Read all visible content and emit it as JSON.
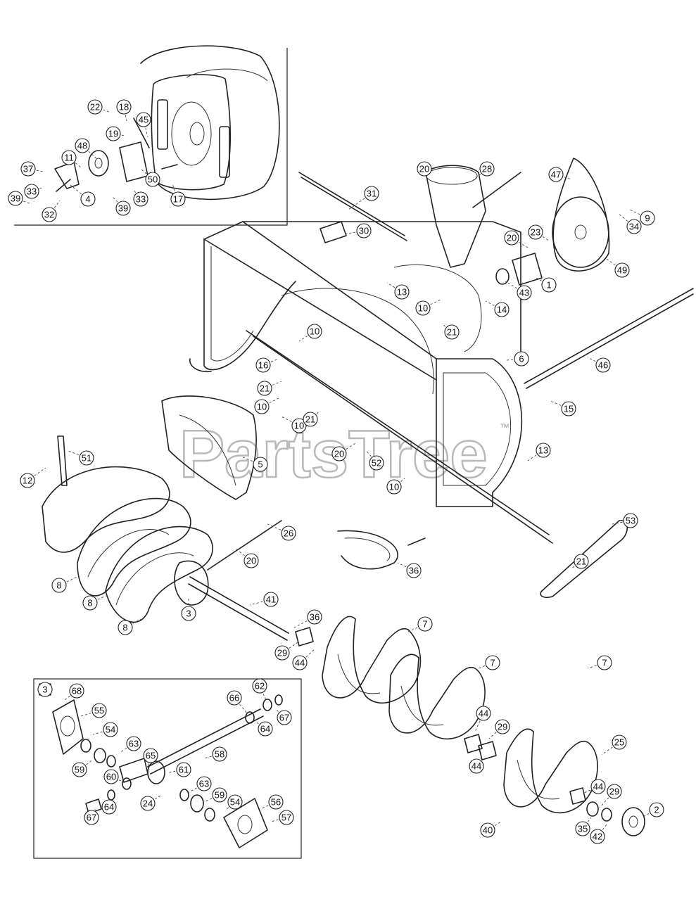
{
  "watermark": {
    "text": "PartsTree",
    "mark": "™"
  },
  "insets": [
    {
      "id": "wheel-assembly"
    },
    {
      "id": "gearbox",
      "label": "3"
    }
  ],
  "callouts": [
    {
      "label": "22"
    },
    {
      "label": "18"
    },
    {
      "label": "45"
    },
    {
      "label": "19"
    },
    {
      "label": "48"
    },
    {
      "label": "11"
    },
    {
      "label": "37"
    },
    {
      "label": "33"
    },
    {
      "label": "39"
    },
    {
      "label": "4"
    },
    {
      "label": "32"
    },
    {
      "label": "50"
    },
    {
      "label": "39"
    },
    {
      "label": "33"
    },
    {
      "label": "17"
    },
    {
      "label": "20"
    },
    {
      "label": "28"
    },
    {
      "label": "47"
    },
    {
      "label": "31"
    },
    {
      "label": "9"
    },
    {
      "label": "34"
    },
    {
      "label": "30"
    },
    {
      "label": "20"
    },
    {
      "label": "23"
    },
    {
      "label": "49"
    },
    {
      "label": "43"
    },
    {
      "label": "1"
    },
    {
      "label": "13"
    },
    {
      "label": "10"
    },
    {
      "label": "14"
    },
    {
      "label": "21"
    },
    {
      "label": "10"
    },
    {
      "label": "6"
    },
    {
      "label": "16"
    },
    {
      "label": "46"
    },
    {
      "label": "21"
    },
    {
      "label": "10"
    },
    {
      "label": "15"
    },
    {
      "label": "10"
    },
    {
      "label": "21"
    },
    {
      "label": "51"
    },
    {
      "label": "12"
    },
    {
      "label": "5"
    },
    {
      "label": "20"
    },
    {
      "label": "52"
    },
    {
      "label": "13"
    },
    {
      "label": "10"
    },
    {
      "label": "53"
    },
    {
      "label": "26"
    },
    {
      "label": "20"
    },
    {
      "label": "36"
    },
    {
      "label": "21"
    },
    {
      "label": "8"
    },
    {
      "label": "8"
    },
    {
      "label": "3"
    },
    {
      "label": "8"
    },
    {
      "label": "41"
    },
    {
      "label": "36"
    },
    {
      "label": "29"
    },
    {
      "label": "44"
    },
    {
      "label": "7"
    },
    {
      "label": "7"
    },
    {
      "label": "7"
    },
    {
      "label": "3"
    },
    {
      "label": "68"
    },
    {
      "label": "55"
    },
    {
      "label": "54"
    },
    {
      "label": "59"
    },
    {
      "label": "63"
    },
    {
      "label": "65"
    },
    {
      "label": "60"
    },
    {
      "label": "61"
    },
    {
      "label": "58"
    },
    {
      "label": "67"
    },
    {
      "label": "64"
    },
    {
      "label": "24"
    },
    {
      "label": "63"
    },
    {
      "label": "59"
    },
    {
      "label": "54"
    },
    {
      "label": "56"
    },
    {
      "label": "57"
    },
    {
      "label": "66"
    },
    {
      "label": "62"
    },
    {
      "label": "67"
    },
    {
      "label": "64"
    },
    {
      "label": "44"
    },
    {
      "label": "29"
    },
    {
      "label": "44"
    },
    {
      "label": "25"
    },
    {
      "label": "44"
    },
    {
      "label": "29"
    },
    {
      "label": "2"
    },
    {
      "label": "40"
    },
    {
      "label": "35"
    },
    {
      "label": "42"
    }
  ]
}
